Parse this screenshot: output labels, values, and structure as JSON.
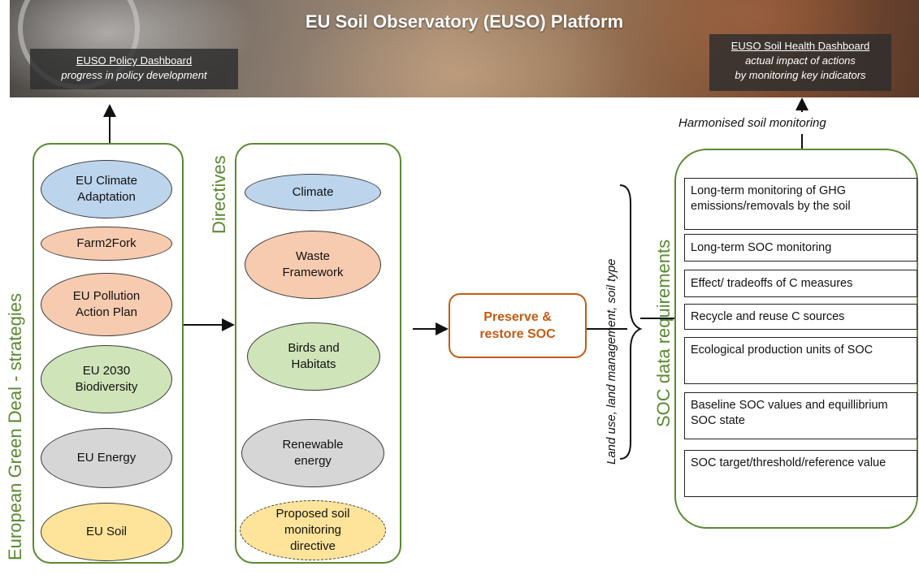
{
  "banner": {
    "title": "EU Soil Observatory (EUSO) Platform",
    "policy_dashboard": {
      "title": "EUSO Policy Dashboard",
      "subtitle": "progress in policy development"
    },
    "health_dashboard": {
      "title": "EUSO Soil Health Dashboard",
      "subtitle_line1": "actual impact of actions",
      "subtitle_line2": "by monitoring key indicators"
    }
  },
  "strategies": {
    "label": "European Green Deal - strategies",
    "items": [
      {
        "line1": "EU Climate",
        "line2": "Adaptation",
        "color": "#bcd4ec"
      },
      {
        "line1": "Farm2Fork",
        "line2": "",
        "color": "#f7cbb0"
      },
      {
        "line1": "EU Pollution",
        "line2": "Action Plan",
        "color": "#f7cbb0"
      },
      {
        "line1": "EU 2030",
        "line2": "Biodiversity",
        "color": "#cfe4b8"
      },
      {
        "line1": "EU Energy",
        "line2": "",
        "color": "#d6d6d6"
      },
      {
        "line1": "EU Soil",
        "line2": "",
        "color": "#fde49a"
      }
    ]
  },
  "directives": {
    "label": "Directives",
    "items": [
      {
        "line1": "Climate",
        "line2": "",
        "line3": "",
        "color": "#bcd4ec"
      },
      {
        "line1": "Waste",
        "line2": "Framework",
        "line3": "",
        "color": "#f7cbb0"
      },
      {
        "line1": "Birds and",
        "line2": "Habitats",
        "line3": "",
        "color": "#cfe4b8"
      },
      {
        "line1": "Renewable",
        "line2": "energy",
        "line3": "",
        "color": "#d6d6d6"
      },
      {
        "line1": "Proposed soil",
        "line2": "monitoring",
        "line3": "directive",
        "color": "#fde49a"
      }
    ]
  },
  "center": {
    "line1": "Preserve &",
    "line2": "restore SOC",
    "brace_label": "Land use, land management, soil type"
  },
  "requirements": {
    "label": "SOC data requirements",
    "harmonised": "Harmonised soil monitoring",
    "items": [
      "Long-term monitoring of GHG emissions/removals by the soil",
      "Long-term SOC monitoring",
      "Effect/ tradeoffs of C measures",
      "Recycle and reuse C sources",
      "Ecological production units of SOC",
      "Baseline SOC values and equillibrium SOC state",
      "SOC target/threshold/reference value"
    ]
  },
  "colors": {
    "panel_green": "#5a8a32",
    "soc_orange": "#c55a11"
  }
}
